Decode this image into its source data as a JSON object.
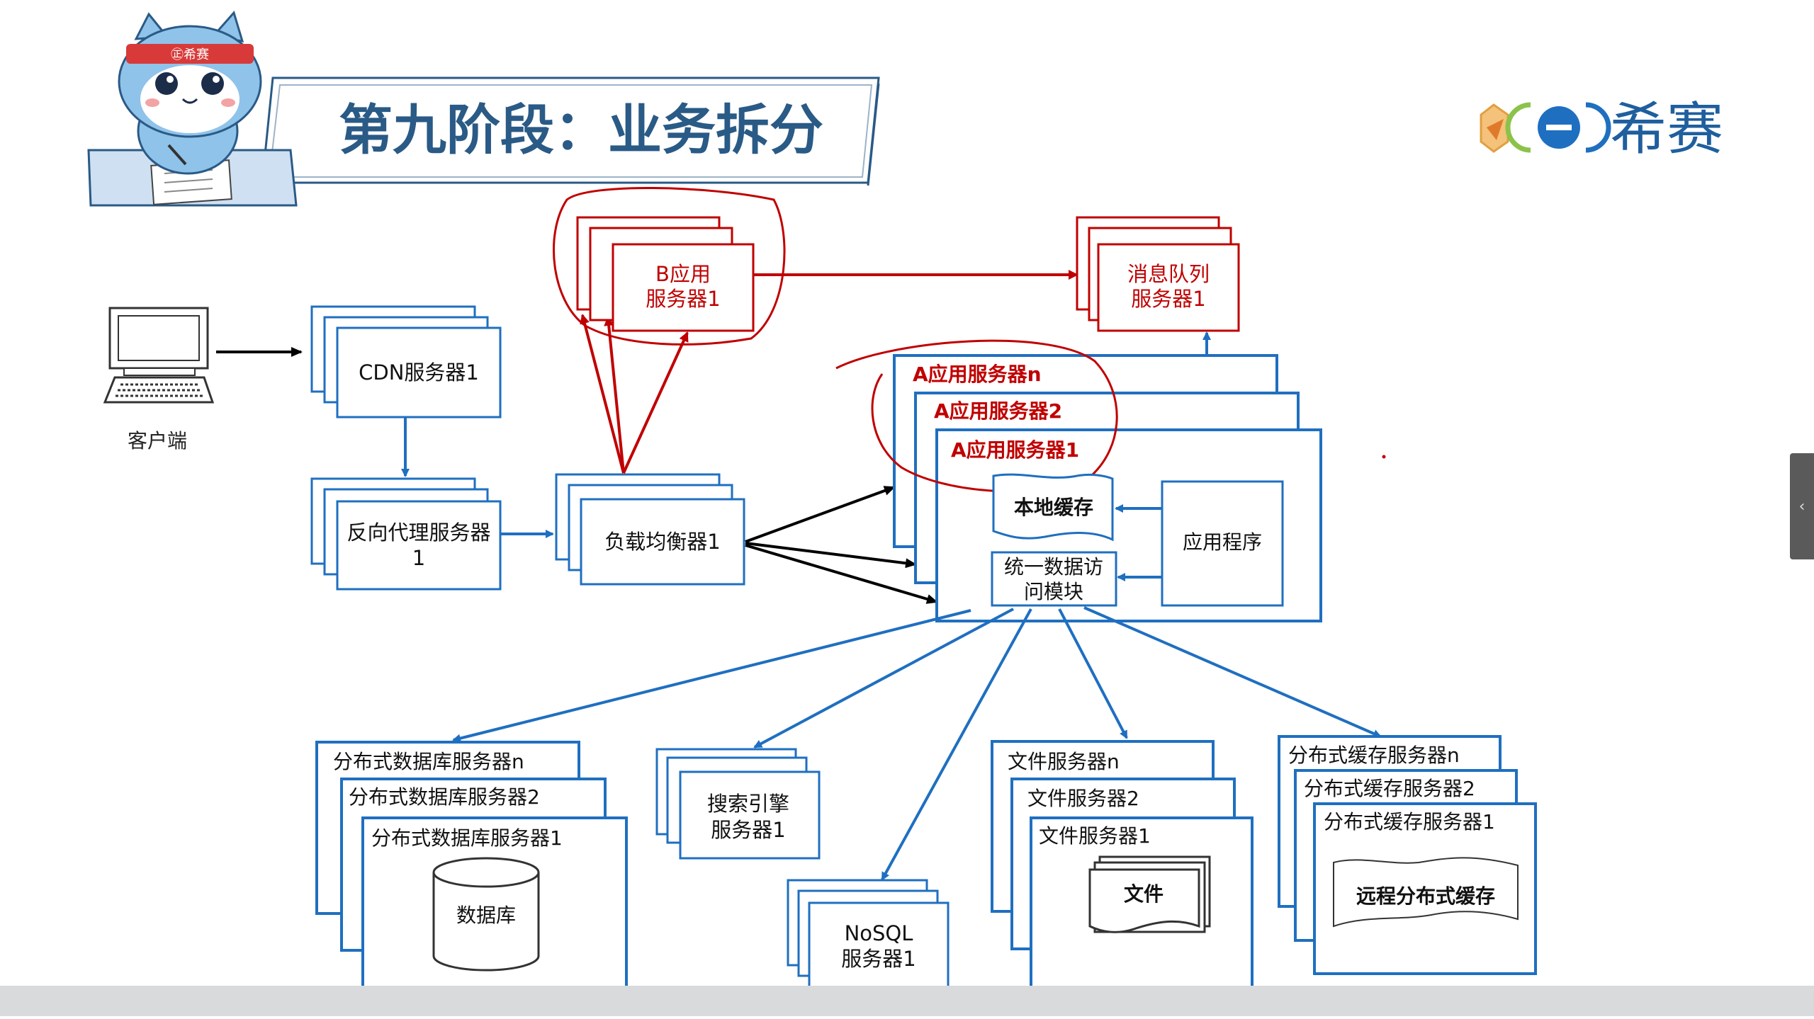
{
  "slide": {
    "title": "第九阶段：业务拆分",
    "brand_text": "希赛",
    "mascot_headband": "㊣希赛",
    "side_tab_glyph": "‹"
  },
  "client": {
    "label": "客户端"
  },
  "nodes": {
    "cdn": "CDN服务器1",
    "proxy_line1": "反向代理服务器",
    "proxy_line2": "1",
    "lb": "负载均衡器1",
    "b_app_line1": "B应用",
    "b_app_line2": "服务器1",
    "mq_line1": "消息队列",
    "mq_line2": "服务器1",
    "a_app_n": "A应用服务器n",
    "a_app_2": "A应用服务器2",
    "a_app_1": "A应用服务器1",
    "local_cache": "本地缓存",
    "app_program": "应用程序",
    "uda_line1": "统一数据访",
    "uda_line2": "问模块",
    "db_n": "分布式数据库服务器n",
    "db_2": "分布式数据库服务器2",
    "db_1": "分布式数据库服务器1",
    "db_label": "数据库",
    "search_line1": "搜索引擎",
    "search_line2": "服务器1",
    "nosql_line1": "NoSQL",
    "nosql_line2": "服务器1",
    "file_n": "文件服务器n",
    "file_2": "文件服务器2",
    "file_1": "文件服务器1",
    "file_label": "文件",
    "cache_n": "分布式缓存服务器n",
    "cache_2": "分布式缓存服务器2",
    "cache_1": "分布式缓存服务器1",
    "cache_label": "远程分布式缓存"
  },
  "colors": {
    "blue": "#1f6fc0",
    "red": "#c00000",
    "title_blue": "#2a5a86",
    "black": "#000000"
  }
}
